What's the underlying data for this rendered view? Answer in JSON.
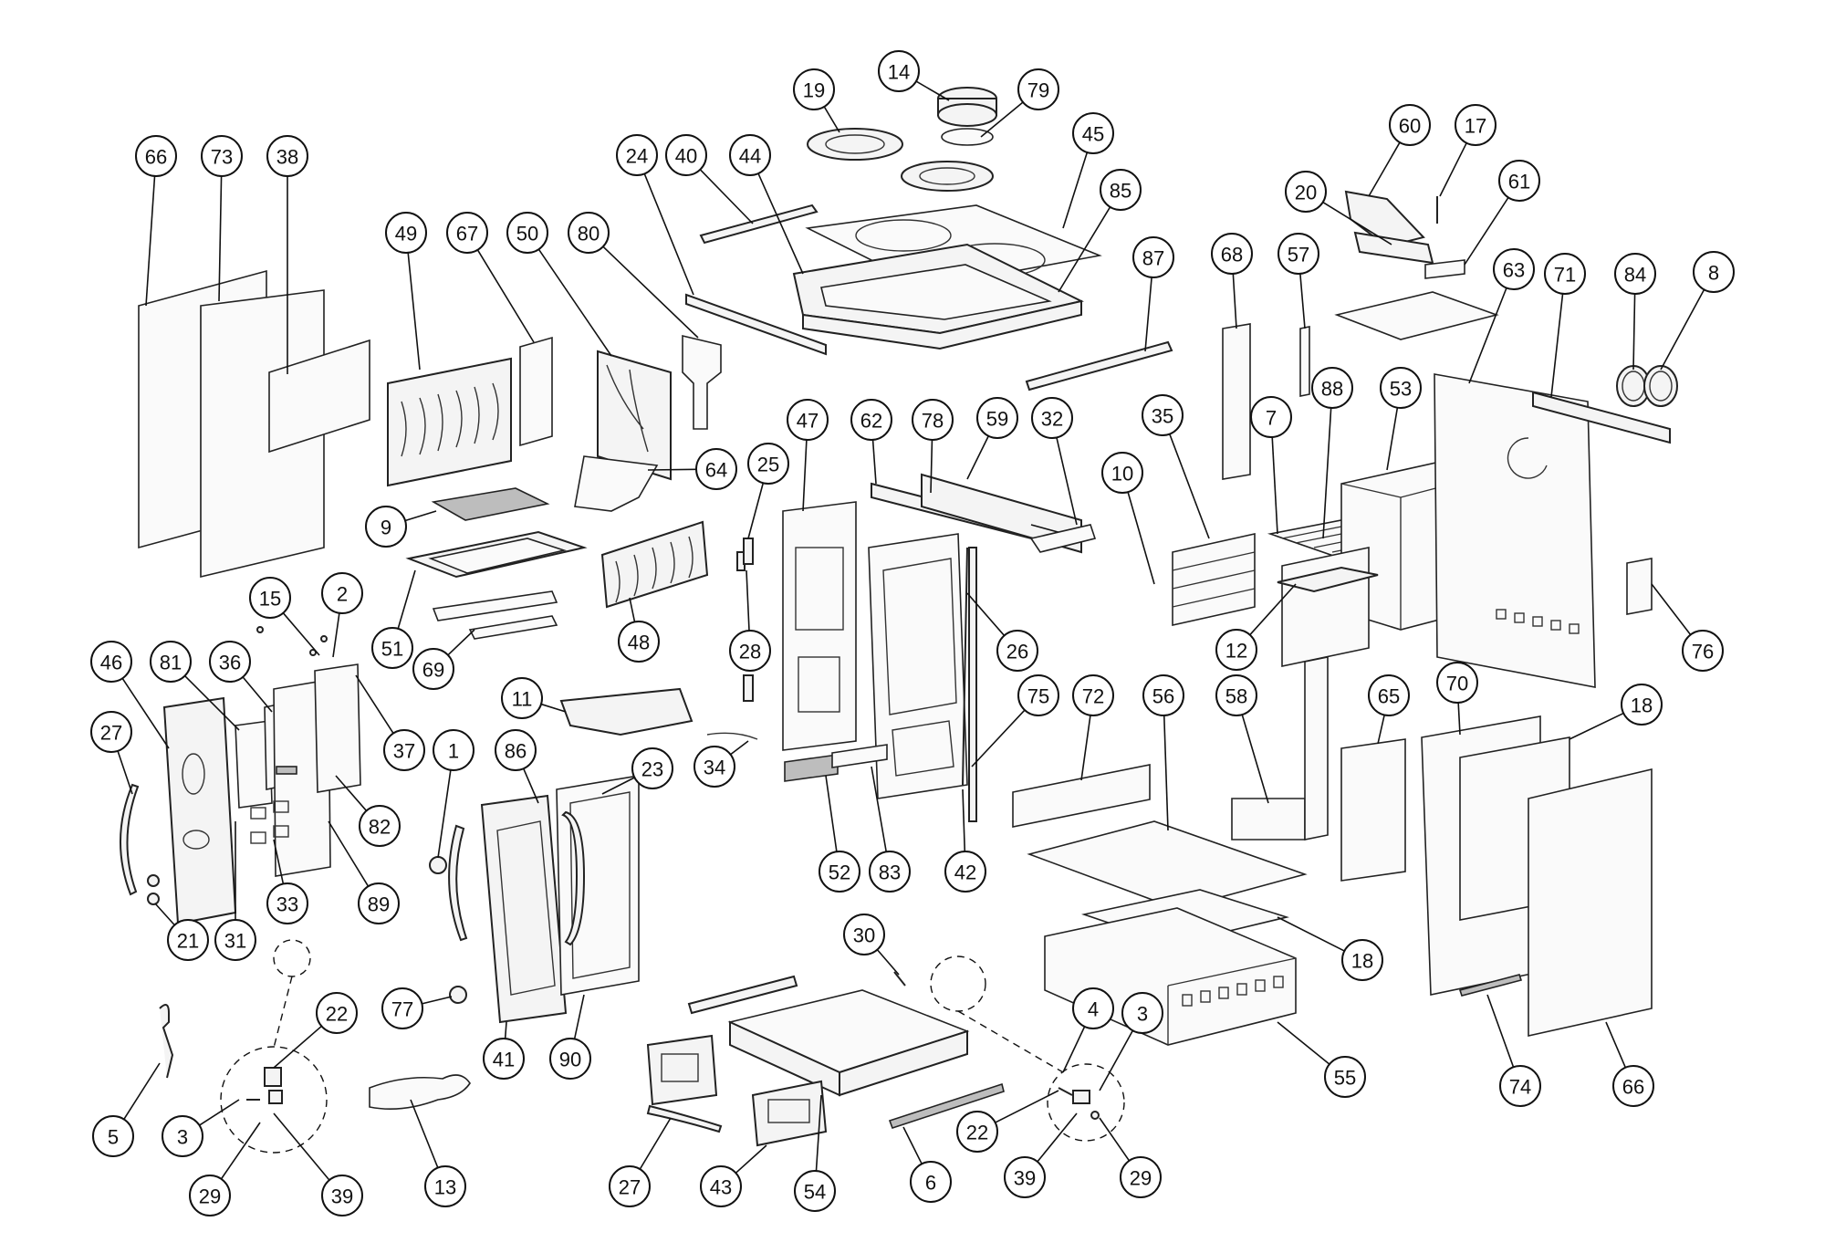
{
  "diagram": {
    "callouts": [
      {
        "id": "c-66a",
        "label": "66"
      },
      {
        "id": "c-73",
        "label": "73"
      },
      {
        "id": "c-38",
        "label": "38"
      },
      {
        "id": "c-49",
        "label": "49"
      },
      {
        "id": "c-67",
        "label": "67"
      },
      {
        "id": "c-50",
        "label": "50"
      },
      {
        "id": "c-80",
        "label": "80"
      },
      {
        "id": "c-24",
        "label": "24"
      },
      {
        "id": "c-40",
        "label": "40"
      },
      {
        "id": "c-44",
        "label": "44"
      },
      {
        "id": "c-19",
        "label": "19"
      },
      {
        "id": "c-14",
        "label": "14"
      },
      {
        "id": "c-79",
        "label": "79"
      },
      {
        "id": "c-45",
        "label": "45"
      },
      {
        "id": "c-85",
        "label": "85"
      },
      {
        "id": "c-87",
        "label": "87"
      },
      {
        "id": "c-60",
        "label": "60"
      },
      {
        "id": "c-17",
        "label": "17"
      },
      {
        "id": "c-20",
        "label": "20"
      },
      {
        "id": "c-61",
        "label": "61"
      },
      {
        "id": "c-68",
        "label": "68"
      },
      {
        "id": "c-57",
        "label": "57"
      },
      {
        "id": "c-63",
        "label": "63"
      },
      {
        "id": "c-71",
        "label": "71"
      },
      {
        "id": "c-84",
        "label": "84"
      },
      {
        "id": "c-8",
        "label": "8"
      },
      {
        "id": "c-9",
        "label": "9"
      },
      {
        "id": "c-64",
        "label": "64"
      },
      {
        "id": "c-25",
        "label": "25"
      },
      {
        "id": "c-47",
        "label": "47"
      },
      {
        "id": "c-62",
        "label": "62"
      },
      {
        "id": "c-78",
        "label": "78"
      },
      {
        "id": "c-59",
        "label": "59"
      },
      {
        "id": "c-32",
        "label": "32"
      },
      {
        "id": "c-35",
        "label": "35"
      },
      {
        "id": "c-7",
        "label": "7"
      },
      {
        "id": "c-88",
        "label": "88"
      },
      {
        "id": "c-53",
        "label": "53"
      },
      {
        "id": "c-10",
        "label": "10"
      },
      {
        "id": "c-15",
        "label": "15"
      },
      {
        "id": "c-2",
        "label": "2"
      },
      {
        "id": "c-51",
        "label": "51"
      },
      {
        "id": "c-69",
        "label": "69"
      },
      {
        "id": "c-48",
        "label": "48"
      },
      {
        "id": "c-28",
        "label": "28"
      },
      {
        "id": "c-26",
        "label": "26"
      },
      {
        "id": "c-12",
        "label": "12"
      },
      {
        "id": "c-76",
        "label": "76"
      },
      {
        "id": "c-46",
        "label": "46"
      },
      {
        "id": "c-81",
        "label": "81"
      },
      {
        "id": "c-36",
        "label": "36"
      },
      {
        "id": "c-27a",
        "label": "27"
      },
      {
        "id": "c-37",
        "label": "37"
      },
      {
        "id": "c-1",
        "label": "1"
      },
      {
        "id": "c-86",
        "label": "86"
      },
      {
        "id": "c-23",
        "label": "23"
      },
      {
        "id": "c-11",
        "label": "11"
      },
      {
        "id": "c-34",
        "label": "34"
      },
      {
        "id": "c-72",
        "label": "72"
      },
      {
        "id": "c-56",
        "label": "56"
      },
      {
        "id": "c-58",
        "label": "58"
      },
      {
        "id": "c-65",
        "label": "65"
      },
      {
        "id": "c-70",
        "label": "70"
      },
      {
        "id": "c-18a",
        "label": "18"
      },
      {
        "id": "c-75",
        "label": "75"
      },
      {
        "id": "c-82",
        "label": "82"
      },
      {
        "id": "c-52",
        "label": "52"
      },
      {
        "id": "c-83",
        "label": "83"
      },
      {
        "id": "c-42",
        "label": "42"
      },
      {
        "id": "c-21",
        "label": "21"
      },
      {
        "id": "c-31",
        "label": "31"
      },
      {
        "id": "c-33",
        "label": "33"
      },
      {
        "id": "c-89",
        "label": "89"
      },
      {
        "id": "c-18b",
        "label": "18"
      },
      {
        "id": "c-30",
        "label": "30"
      },
      {
        "id": "c-22a",
        "label": "22"
      },
      {
        "id": "c-77",
        "label": "77"
      },
      {
        "id": "c-41",
        "label": "41"
      },
      {
        "id": "c-90",
        "label": "90"
      },
      {
        "id": "c-4",
        "label": "4"
      },
      {
        "id": "c-3a",
        "label": "3"
      },
      {
        "id": "c-55",
        "label": "55"
      },
      {
        "id": "c-74",
        "label": "74"
      },
      {
        "id": "c-66b",
        "label": "66"
      },
      {
        "id": "c-5",
        "label": "5"
      },
      {
        "id": "c-3b",
        "label": "3"
      },
      {
        "id": "c-29a",
        "label": "29"
      },
      {
        "id": "c-39a",
        "label": "39"
      },
      {
        "id": "c-13",
        "label": "13"
      },
      {
        "id": "c-27b",
        "label": "27"
      },
      {
        "id": "c-43",
        "label": "43"
      },
      {
        "id": "c-54",
        "label": "54"
      },
      {
        "id": "c-6",
        "label": "6"
      },
      {
        "id": "c-22b",
        "label": "22"
      },
      {
        "id": "c-39b",
        "label": "39"
      },
      {
        "id": "c-29b",
        "label": "29"
      }
    ]
  }
}
